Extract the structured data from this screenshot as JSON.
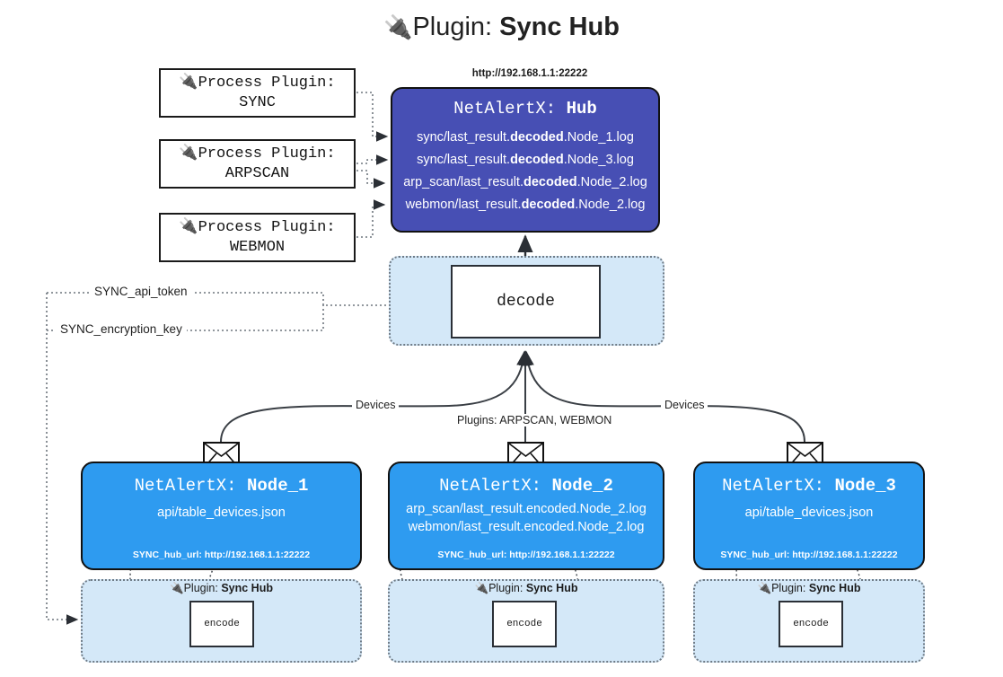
{
  "title": {
    "icon": "plug-icon",
    "prefix": "Plugin:",
    "name": "Sync Hub"
  },
  "process_plugins": [
    {
      "icon": "plug-icon",
      "line1": "Process Plugin:",
      "line2": "SYNC"
    },
    {
      "icon": "plug-icon",
      "line1": "Process Plugin:",
      "line2": "ARPSCAN"
    },
    {
      "icon": "plug-icon",
      "line1": "Process Plugin:",
      "line2": "WEBMON"
    }
  ],
  "hub": {
    "url": "http://192.168.1.1:22222",
    "title_prefix": "NetAlertX:",
    "title_name": "Hub",
    "color": "#474fb4",
    "lines": [
      {
        "pre": "sync/last_result.",
        "mid": "decoded",
        "post": ".Node_1.log"
      },
      {
        "pre": "sync/last_result.",
        "mid": "decoded",
        "post": ".Node_3.log"
      },
      {
        "pre": "arp_scan/last_result.",
        "mid": "decoded",
        "post": ".Node_2.log"
      },
      {
        "pre": "webmon/last_result.",
        "mid": "decoded",
        "post": ".Node_2.log"
      }
    ]
  },
  "decode": {
    "label": "decode",
    "group_color": "#d4e8f8"
  },
  "tokens": [
    {
      "label": "SYNC_api_token"
    },
    {
      "label": "SYNC_encryption_key"
    }
  ],
  "edge_labels": {
    "devices_left": "Devices",
    "devices_right": "Devices",
    "plugins_center": "Plugins: ARPSCAN, WEBMON"
  },
  "nodes": [
    {
      "title_prefix": "NetAlertX:",
      "title_name": "Node_1",
      "color": "#2e9bf0",
      "files": [
        "api/table_devices.json"
      ],
      "footer": "SYNC_hub_url: http://192.168.1.1:22222",
      "envelope_icon": "envelope-icon"
    },
    {
      "title_prefix": "NetAlertX:",
      "title_name": "Node_2",
      "color": "#2e9bf0",
      "files": [
        "arp_scan/last_result.encoded.Node_2.log",
        "webmon/last_result.encoded.Node_2.log"
      ],
      "footer": "SYNC_hub_url: http://192.168.1.1:22222",
      "envelope_icon": "envelope-icon"
    },
    {
      "title_prefix": "NetAlertX:",
      "title_name": "Node_3",
      "color": "#2e9bf0",
      "files": [
        "api/table_devices.json"
      ],
      "footer": "SYNC_hub_url: http://192.168.1.1:22222",
      "envelope_icon": "envelope-icon"
    }
  ],
  "encode_groups": [
    {
      "icon": "plug-icon",
      "label_prefix": "Plugin:",
      "label_name": "Sync Hub",
      "box": "encode"
    },
    {
      "icon": "plug-icon",
      "label_prefix": "Plugin:",
      "label_name": "Sync Hub",
      "box": "encode"
    },
    {
      "icon": "plug-icon",
      "label_prefix": "Plugin:",
      "label_name": "Sync Hub",
      "box": "encode"
    }
  ]
}
